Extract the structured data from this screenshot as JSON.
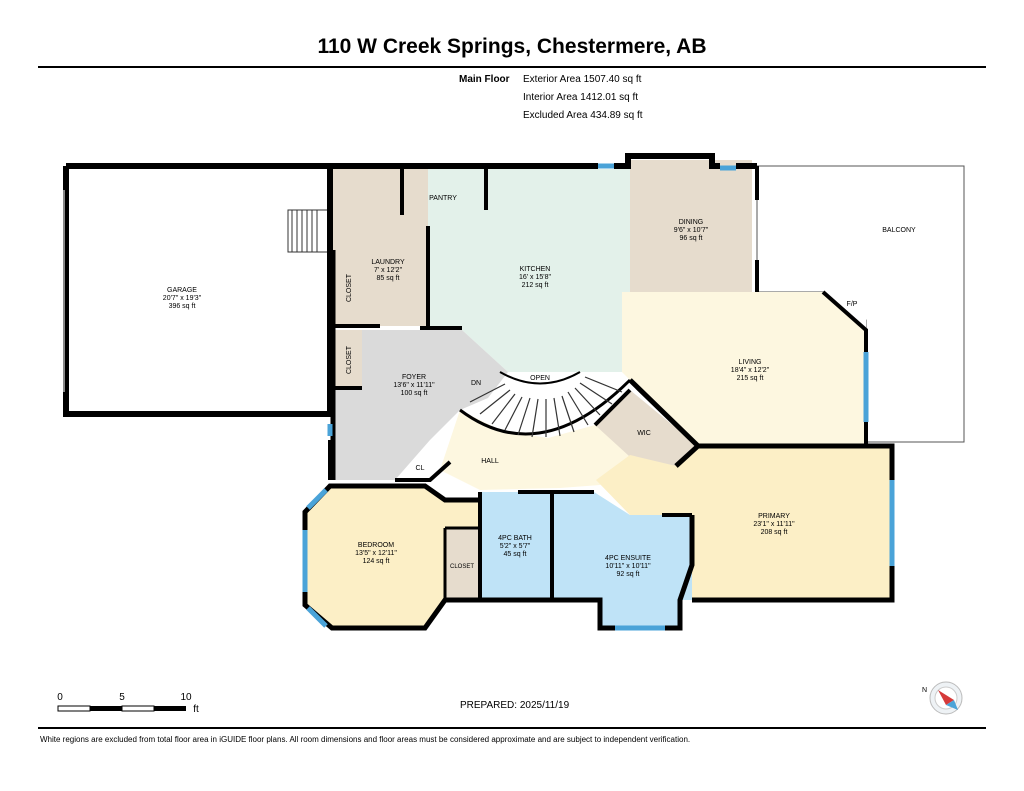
{
  "header": {
    "title": "110 W Creek Springs, Chestermere, AB"
  },
  "areas": {
    "floor_label": "Main Floor",
    "exterior": "Exterior Area 1507.40 sq ft",
    "interior": "Interior Area 1412.01 sq ft",
    "excluded": "Excluded Area 434.89 sq ft"
  },
  "rooms": {
    "garage": {
      "name": "GARAGE",
      "dims": "20'7\" x 19'3\"",
      "area": "396 sq ft"
    },
    "laundry": {
      "name": "LAUNDRY",
      "dims": "7' x 12'2\"",
      "area": "85 sq ft"
    },
    "pantry": {
      "name": "PANTRY"
    },
    "kitchen": {
      "name": "KITCHEN",
      "dims": "16' x 15'8\"",
      "area": "212 sq ft"
    },
    "dining": {
      "name": "DINING",
      "dims": "9'6\" x 10'7\"",
      "area": "96 sq ft"
    },
    "balcony": {
      "name": "BALCONY"
    },
    "fireplace": {
      "name": "F/P"
    },
    "living": {
      "name": "LIVING",
      "dims": "18'4\" x 12'2\"",
      "area": "215 sq ft"
    },
    "closet_upper": {
      "name": "CLOSET"
    },
    "closet_lower": {
      "name": "CLOSET"
    },
    "foyer": {
      "name": "FOYER",
      "dims": "13'6\" x 11'11\"",
      "area": "100 sq ft"
    },
    "stairs_dn": {
      "name": "DN"
    },
    "open": {
      "name": "OPEN"
    },
    "wic": {
      "name": "WIC"
    },
    "hall": {
      "name": "HALL"
    },
    "cl": {
      "name": "CL"
    },
    "bedroom": {
      "name": "BEDROOM",
      "dims": "13'5\" x 12'11\"",
      "area": "124 sq ft"
    },
    "closet_bed": {
      "name": "CLOSET"
    },
    "bath": {
      "name": "4PC BATH",
      "dims": "5'2\" x 5'7\"",
      "area": "45 sq ft"
    },
    "ensuite": {
      "name": "4PC ENSUITE",
      "dims": "10'11\" x 10'11\"",
      "area": "92 sq ft"
    },
    "primary": {
      "name": "PRIMARY",
      "dims": "23'1\" x 11'11\"",
      "area": "208 sq ft"
    }
  },
  "scale": {
    "ticks": [
      "0",
      "5",
      "10"
    ],
    "unit": "ft"
  },
  "compass": {
    "label": "N"
  },
  "footer": {
    "prepared": "PREPARED: 2025/11/19",
    "disclaimer": "White regions are excluded from total floor area in iGUIDE floor plans. All room dimensions and floor areas must be considered approximate and are subject to independent verification."
  },
  "colors": {
    "garage": "#ffffff",
    "laundry": "#e6dccd",
    "kitchen": "#e3f1ea",
    "dining": "#e6dccd",
    "living": "#fdf7e0",
    "foyer": "#dadada",
    "hall": "#fdf7e0",
    "bedroom": "#fcefc6",
    "bath": "#bfe3f7",
    "primary": "#fcefc6",
    "wic": "#e6dccd",
    "window": "#4aa3d8",
    "wall": "#000000"
  }
}
